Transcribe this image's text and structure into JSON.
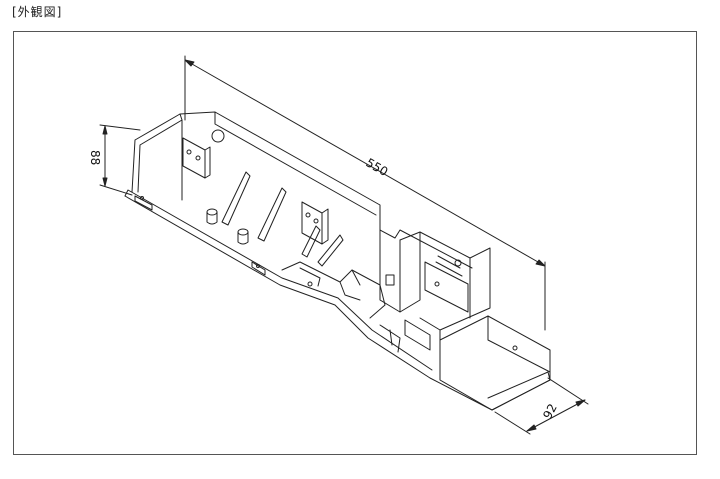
{
  "figure": {
    "caption": "[外観図]",
    "dimensions": {
      "length": "550",
      "height": "88",
      "depth": "92"
    }
  }
}
